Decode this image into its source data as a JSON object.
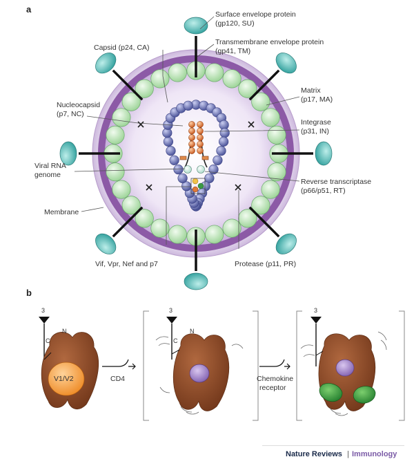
{
  "panels": {
    "a": "a",
    "b": "b"
  },
  "labels": {
    "su": [
      "Surface envelope protein",
      "(gp120, SU)"
    ],
    "tm": [
      "Transmembrane envelope protein",
      "(gp41, TM)"
    ],
    "capsid": [
      "Capsid (p24, CA)"
    ],
    "matrix": [
      "Matrix",
      "(p17, MA)"
    ],
    "nucleocapsid": [
      "Nucleocapsid",
      "(p7, NC)"
    ],
    "integrase": [
      "Integrase",
      "(p31, IN)"
    ],
    "rna": [
      "Viral RNA",
      "genome"
    ],
    "rt": [
      "Reverse transcriptase",
      "(p66/p51, RT)"
    ],
    "membrane": [
      "Membrane"
    ],
    "accessory": [
      "Vif, Vpr, Nef and p7"
    ],
    "protease": [
      "Protease (p11, PR)"
    ]
  },
  "panel_b": {
    "stem_label": "3",
    "c_label": "C",
    "n_label": "N",
    "v1v2": "V1/V2",
    "cd4": "CD4",
    "chemokine": [
      "Chemokine",
      "receptor"
    ]
  },
  "colors": {
    "envelope_outer": "#c7b2d6",
    "membrane_purple": "#8c5aa6",
    "interior_light": "#f3eef8",
    "matrix_green": "#c6e9c3",
    "capsid_blue": "#6f77b6",
    "spike_teal": "#5fc1bd",
    "enzyme_orange": "#e07a3a",
    "gp120_brown": "#8e4a2a",
    "v1v2_orange": "#f49a3a",
    "cd4_purple": "#9f7fc0",
    "coreceptor_green": "#2f8f3a",
    "journal_purple": "#7a5aa6"
  },
  "credit": {
    "journal": "Nature Reviews",
    "separator": "|",
    "section": "Immunology"
  }
}
